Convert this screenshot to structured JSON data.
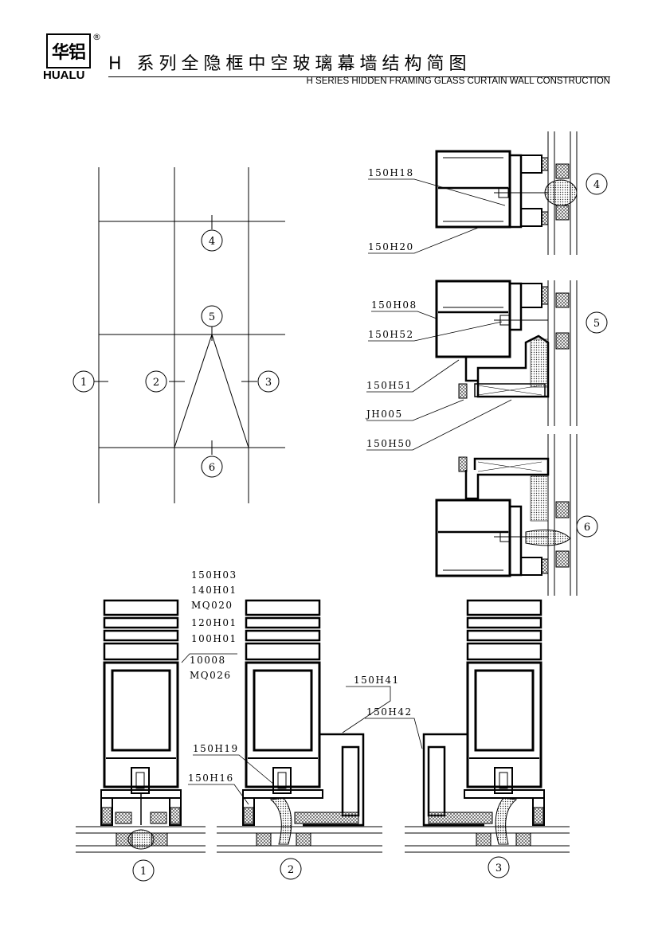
{
  "brand": {
    "logo_cn": "华铝",
    "registered": "®",
    "logo_en": "HUALU"
  },
  "header": {
    "title_cn": "H 系列全隐框中空玻璃幕墙结构简图",
    "title_en": "H SERIES HIDDEN FRAMING GLASS CURTAIN WALL CONSTRUCTION"
  },
  "elevation": {
    "markers": [
      "1",
      "2",
      "3",
      "4",
      "5",
      "6"
    ]
  },
  "detail_markers": [
    "4",
    "5",
    "6",
    "1",
    "2",
    "3"
  ],
  "labels": {
    "horizontal": [
      "150H18",
      "150H20",
      "150H08",
      "150H52",
      "150H51",
      "JH005",
      "150H50"
    ],
    "vertical_stack": [
      "150H03",
      "140H01",
      "MQ020",
      "120H01",
      "100H01",
      "10008",
      "MQ026"
    ],
    "vertical_other": [
      "150H41",
      "150H42",
      "150H19",
      "150H16"
    ]
  },
  "colors": {
    "line": "#000000",
    "hatch": "#555555"
  }
}
